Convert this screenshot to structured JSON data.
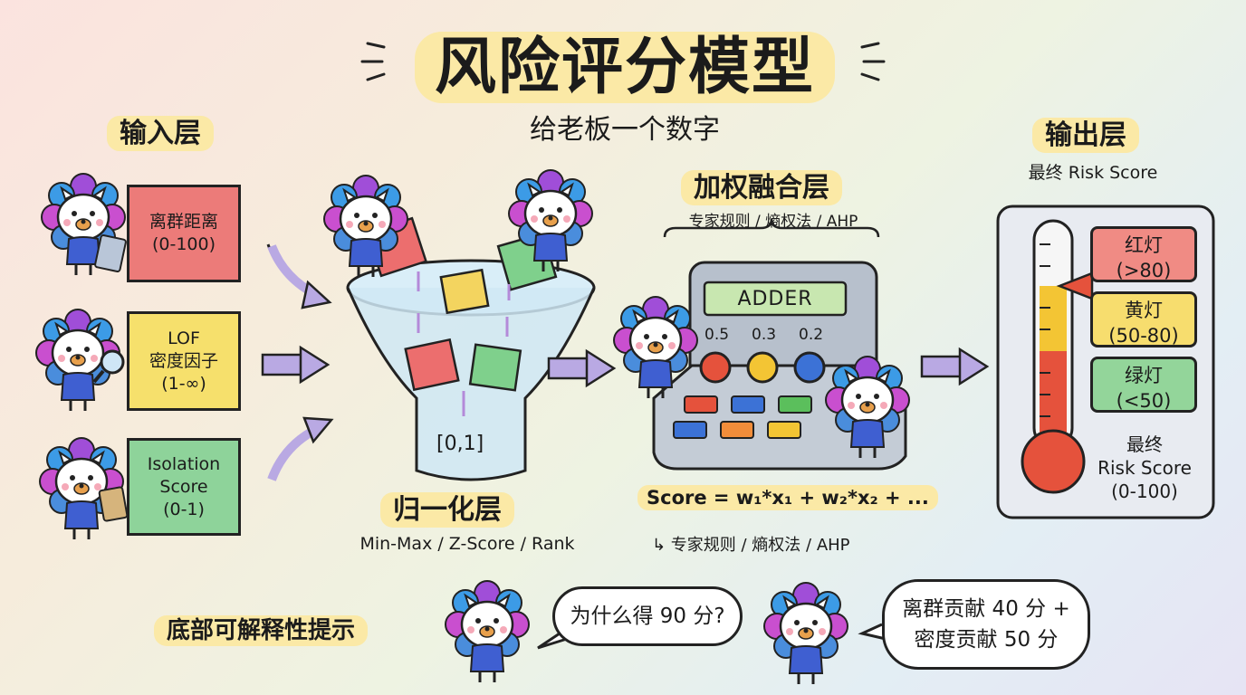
{
  "title": "风险评分模型",
  "subtitle": "给老板一个数字",
  "input_layer": {
    "label": "输入层",
    "cubes": [
      {
        "line1": "离群距离",
        "line2": "(0-100)",
        "line3": "",
        "color": "#ec7b79"
      },
      {
        "line1": "LOF",
        "line2": "密度因子",
        "line3": "(1-∞)",
        "color": "#f6e06c"
      },
      {
        "line1": "Isolation",
        "line2": "Score",
        "line3": "(0-1)",
        "color": "#8ed39a"
      }
    ]
  },
  "normalization_layer": {
    "label": "归一化层",
    "methods": "Min-Max / Z-Score / Rank",
    "funnel_range": "[0,1]"
  },
  "fusion_layer": {
    "label": "加权融合层",
    "methods": "专家规则 / 熵权法 / AHP",
    "machine_name": "ADDER",
    "weights": [
      "0.5",
      "0.3",
      "0.2"
    ],
    "formula": "Score = w₁*x₁ + w₂*x₂ + ...",
    "formula_note": "↳ 专家规则 / 熵权法 / AHP"
  },
  "output_layer": {
    "label": "输出层",
    "sublabel": "最终 Risk Score",
    "levels": [
      {
        "name": "红灯",
        "range": "(>80)",
        "color": "#f08b84"
      },
      {
        "name": "黄灯",
        "range": "(50-80)",
        "color": "#f7dd6e"
      },
      {
        "name": "绿灯",
        "range": "(<50)",
        "color": "#93d59a"
      }
    ],
    "final_line1": "最终",
    "final_line2": "Risk Score",
    "final_line3": "(0-100)"
  },
  "explainability": {
    "label": "底部可解释性提示",
    "question": "为什么得 90 分?",
    "answer_line1": "离群贡献 40 分 +",
    "answer_line2": "密度贡献 50 分"
  }
}
